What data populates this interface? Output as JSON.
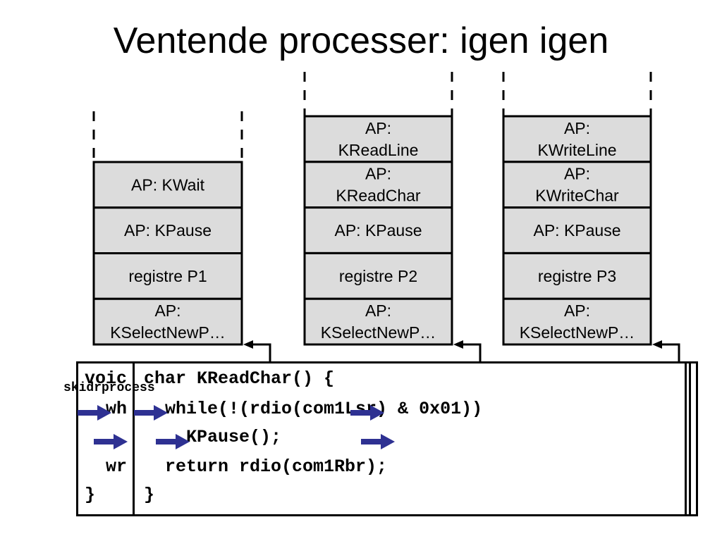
{
  "slide": {
    "title": "Ventende processer: igen igen"
  },
  "stacks": [
    {
      "cells": [
        {
          "lines": [
            "AP: KWait"
          ]
        },
        {
          "lines": [
            "AP: KPause"
          ]
        },
        {
          "lines": [
            "registre P1"
          ]
        },
        {
          "lines": [
            "AP:",
            "KSelectNewP…"
          ]
        }
      ]
    },
    {
      "cells": [
        {
          "lines": [
            "AP:",
            "KReadLine"
          ]
        },
        {
          "lines": [
            "AP:",
            "KReadChar"
          ]
        },
        {
          "lines": [
            "AP: KPause"
          ]
        },
        {
          "lines": [
            "registre P2"
          ]
        },
        {
          "lines": [
            "AP:",
            "KSelectNewP…"
          ]
        }
      ]
    },
    {
      "cells": [
        {
          "lines": [
            "AP:",
            "KWriteLine"
          ]
        },
        {
          "lines": [
            "AP:",
            "KWriteChar"
          ]
        },
        {
          "lines": [
            "AP: KPause"
          ]
        },
        {
          "lines": [
            "registre P3"
          ]
        },
        {
          "lines": [
            "AP:",
            "KSelectNewP…"
          ]
        }
      ]
    }
  ],
  "code_back": {
    "lines": [
      "voic",
      "  wh",
      "",
      "  wr",
      "}"
    ],
    "overlay_label": "skidrprocess"
  },
  "code_front": {
    "lines": [
      "char KReadChar() {",
      "  while(!(rdio(com1Lsr) & 0x01))",
      "    KPause();",
      "  return rdio(com1Rbr);",
      "}"
    ]
  },
  "colors": {
    "cell_fill": "#dcdcdc",
    "arrow": "#2e3192",
    "stroke": "#000000"
  }
}
